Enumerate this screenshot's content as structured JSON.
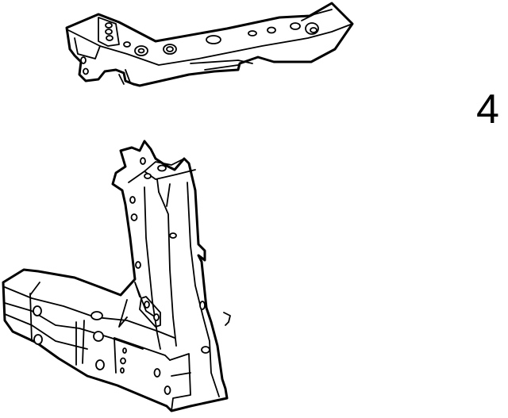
{
  "diagram": {
    "type": "parts-illustration",
    "background": "#ffffff",
    "line_color": "#000000",
    "parts": [
      {
        "id": "upper-crossmember-bracket",
        "description": "Upper frame rail bracket (elongated, multiple mounting holes)"
      },
      {
        "id": "lower-front-frame-rail",
        "description": "Lower L-shaped front frame rail / pillar assembly"
      }
    ],
    "callouts": [
      {
        "label": "4",
        "position": "right"
      }
    ]
  }
}
